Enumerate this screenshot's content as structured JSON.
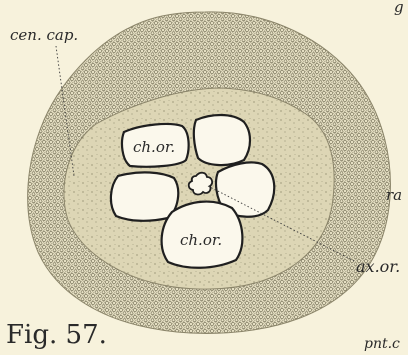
{
  "figure": {
    "caption": "Fig. 57.",
    "labels": {
      "central_capsule": "cen. cap.",
      "ch_or_upper": "ch.or.",
      "ch_or_lower": "ch.or.",
      "axial_organ": "ax.or.",
      "right_partial": "ra",
      "bottom_partial": "pnt.c",
      "top_partial": "g"
    }
  }
}
